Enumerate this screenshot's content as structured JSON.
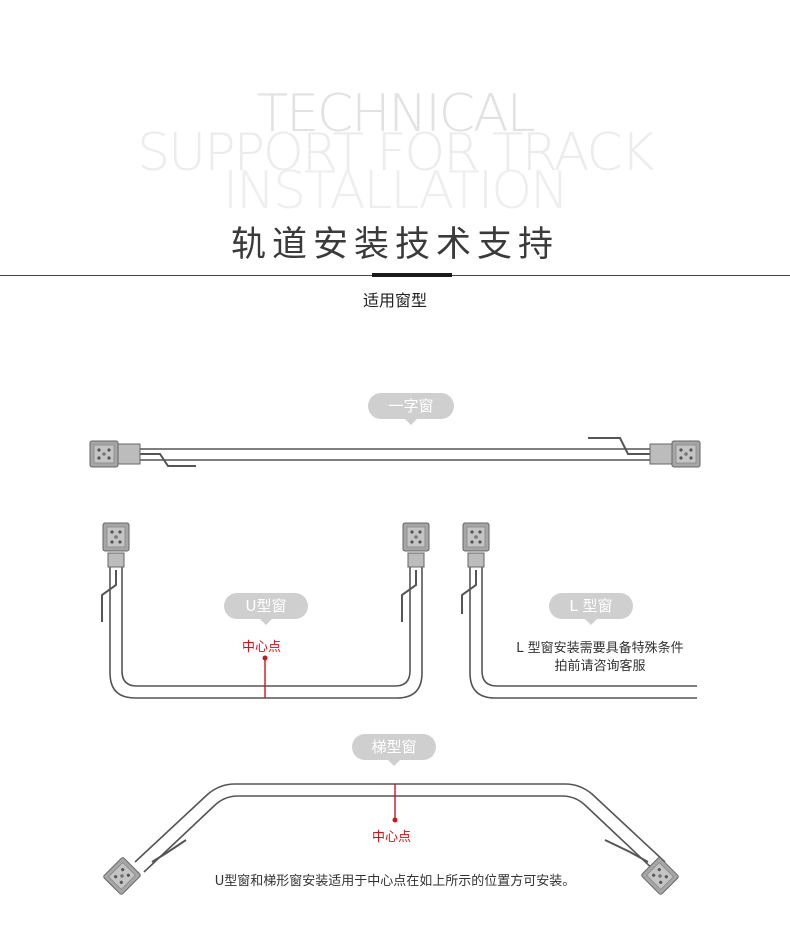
{
  "header": {
    "bg_line_1": "TECHNICAL",
    "bg_line_2": "SUPPORT FOR TRACK",
    "bg_line_3": "INSTALLATION",
    "title": "轨道安装技术支持"
  },
  "section": {
    "label": "适用窗型"
  },
  "window_types": {
    "straight": "一字窗",
    "u_shape": "U型窗",
    "l_shape": "L 型窗",
    "trapezoid": "梯型窗"
  },
  "labels": {
    "center_point": "中心点",
    "l_note_line_1": "L 型窗安装需要具备特殊条件",
    "l_note_line_2": "拍前请咨询客服",
    "bottom_note": "U型窗和梯形窗安装适用于中心点在如上所示的位置方可安装。"
  },
  "colors": {
    "accent_red": "#c8161d",
    "pill_gray": "#cfcfcf",
    "track_dark": "#555555",
    "divider": "#444444"
  }
}
